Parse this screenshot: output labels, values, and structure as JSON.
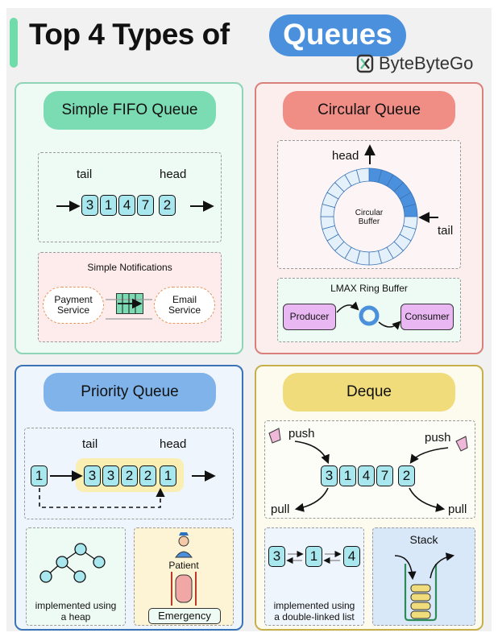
{
  "header": {
    "title_prefix": "Top 4 Types of",
    "title_highlight": "Queues",
    "brand": "ByteByteGo"
  },
  "colors": {
    "fifo": "#7bdcb4",
    "circular": "#f08e86",
    "priority": "#7fb3ea",
    "deque": "#f0dc7a",
    "cell": "#a8e7ee"
  },
  "fifo": {
    "title": "Simple FIFO Queue",
    "tail": "tail",
    "head": "head",
    "values": [
      "3",
      "1",
      "4",
      "7",
      "2"
    ],
    "example": {
      "title": "Simple Notifications",
      "left": "Payment\nService",
      "right": "Email\nService"
    }
  },
  "circular": {
    "title": "Circular Queue",
    "head": "head",
    "tail": "tail",
    "ring_label": "Circular\nBuffer",
    "lmax": {
      "title": "LMAX Ring Buffer",
      "producer": "Producer",
      "consumer": "Consumer"
    }
  },
  "priority": {
    "title": "Priority Queue",
    "tail": "tail",
    "head": "head",
    "incoming": "1",
    "values": [
      "3",
      "3",
      "2",
      "2",
      "1"
    ],
    "heap_caption": "implemented using\na heap",
    "patient": "Patient",
    "emergency": "Emergency"
  },
  "deque": {
    "title": "Deque",
    "push_left": "push",
    "push_right": "push",
    "pull_left": "pull",
    "pull_right": "pull",
    "values": [
      "3",
      "1",
      "4",
      "7",
      "2"
    ],
    "list_values": [
      "3",
      "1",
      "4"
    ],
    "list_caption": "implemented using\na double-linked list",
    "stack": "Stack"
  }
}
